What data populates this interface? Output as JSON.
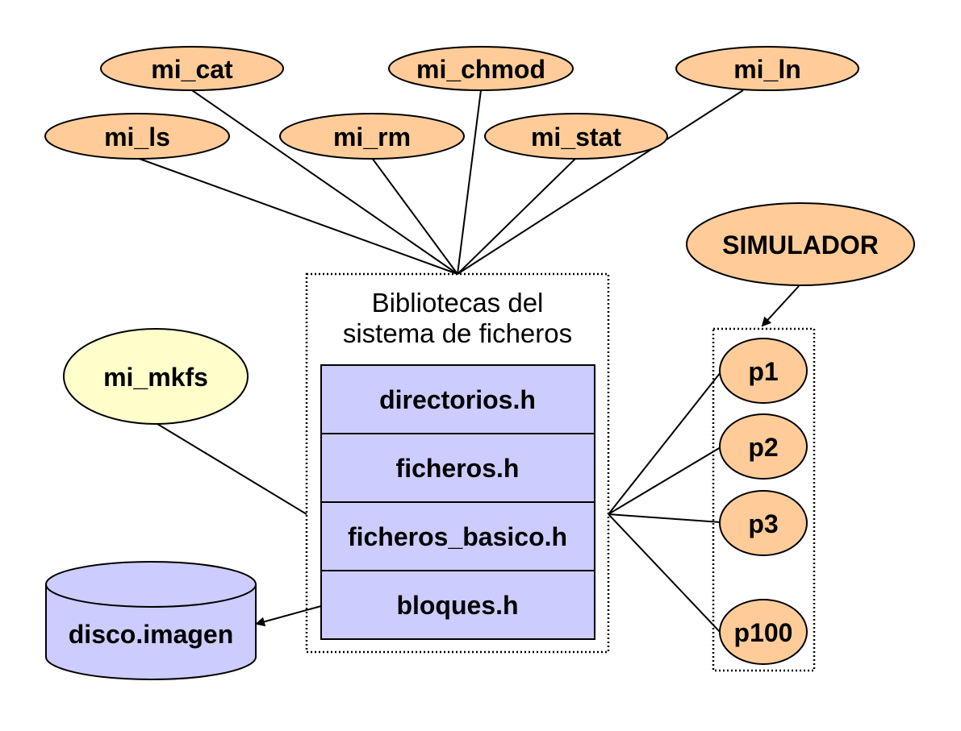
{
  "programs": {
    "mi_cat": "mi_cat",
    "mi_chmod": "mi_chmod",
    "mi_ln": "mi_ln",
    "mi_ls": "mi_ls",
    "mi_rm": "mi_rm",
    "mi_stat": "mi_stat"
  },
  "mkfs": "mi_mkfs",
  "simulator": "SIMULADOR",
  "library": {
    "title_line1": "Bibliotecas del",
    "title_line2": "sistema de ficheros",
    "layers": [
      "directorios.h",
      "ficheros.h",
      "ficheros_basico.h",
      "bloques.h"
    ]
  },
  "disk": "disco.imagen",
  "processes": [
    "p1",
    "p2",
    "p3",
    "p100"
  ],
  "colors": {
    "program_fill": "#FFCC99",
    "mkfs_fill": "#FFFFCC",
    "library_fill": "#CCCCFF",
    "disk_fill": "#CCCCFF"
  }
}
